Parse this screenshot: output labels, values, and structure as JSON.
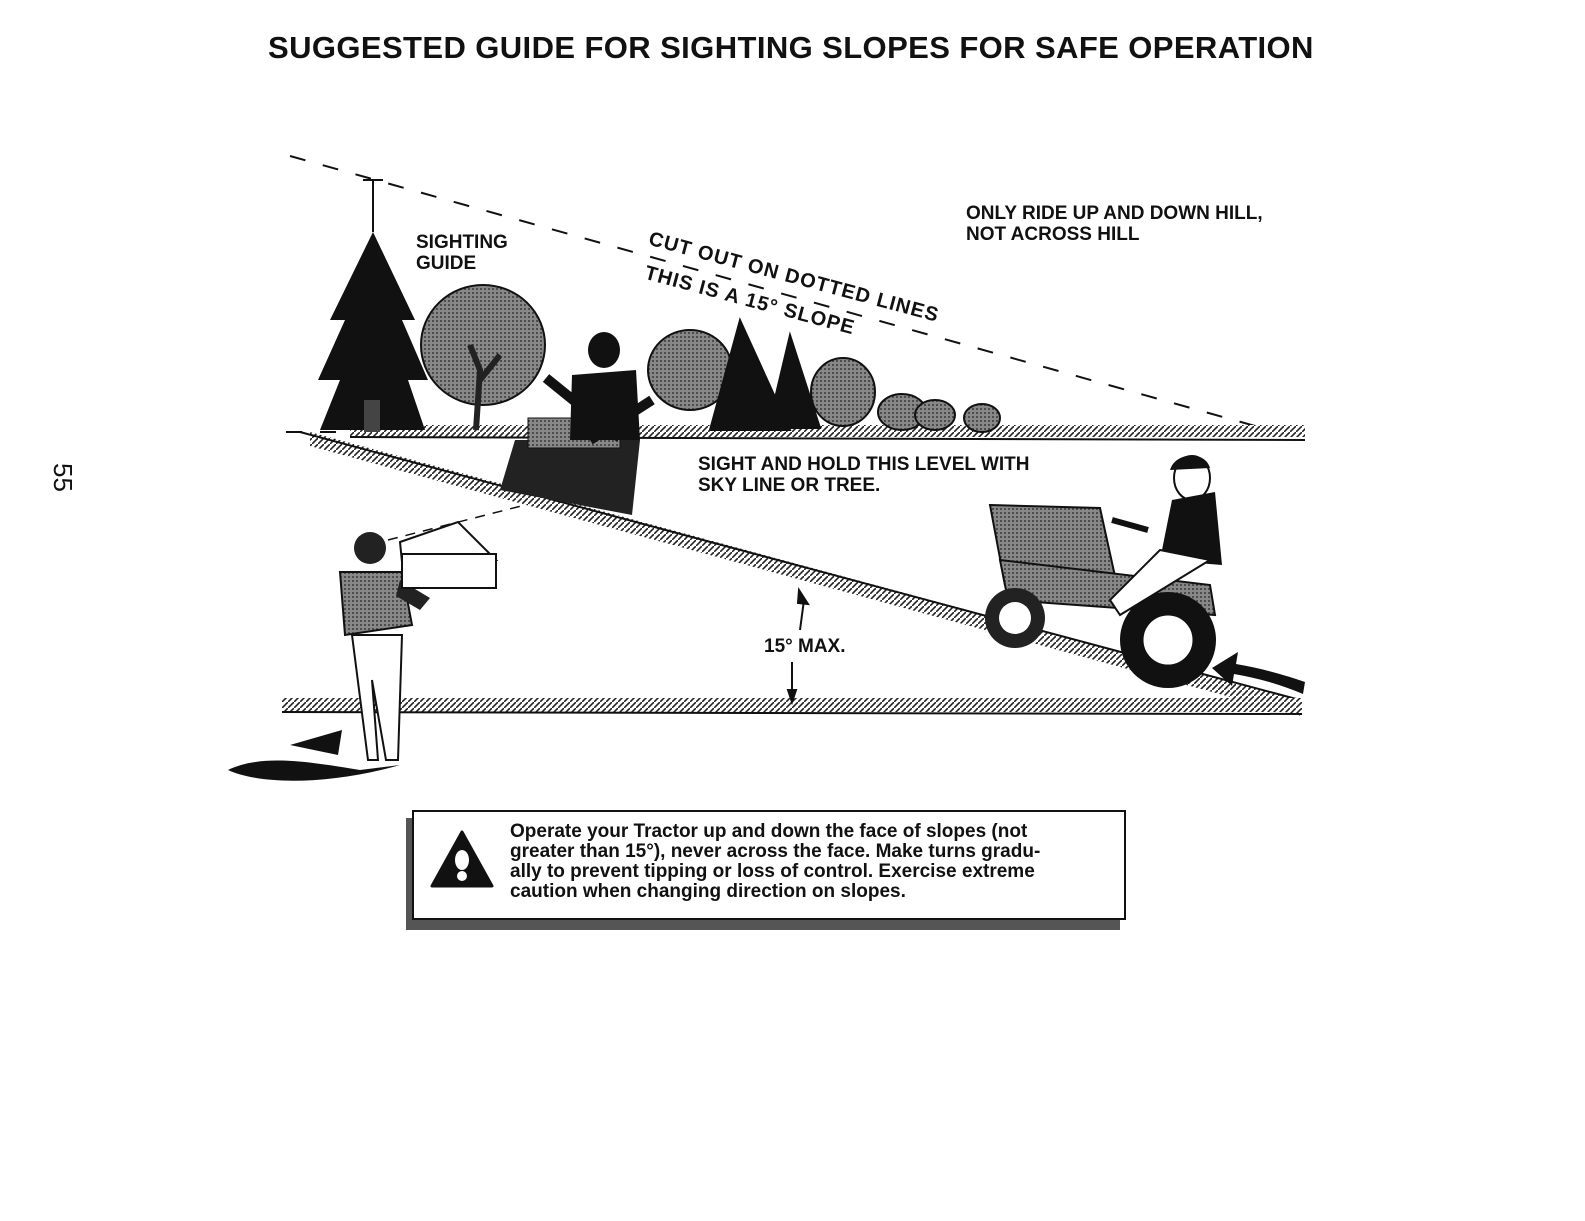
{
  "page": {
    "title": "SUGGESTED GUIDE FOR SIGHTING SLOPES FOR SAFE OPERATION",
    "page_number": "55"
  },
  "diagram": {
    "sighting_guide_label": [
      "SIGHTING",
      "GUIDE"
    ],
    "cut_out_label": "CUT OUT ON DOTTED LINES",
    "slope_label": "THIS IS A 15° SLOPE",
    "ride_instruction": [
      "ONLY RIDE UP AND DOWN HILL,",
      "NOT ACROSS HILL"
    ],
    "sight_instruction": [
      "SIGHT AND HOLD THIS LEVEL WITH",
      "SKY LINE OR TREE."
    ],
    "angle_label": "15° MAX."
  },
  "warning": {
    "icon": "warning-triangle-icon",
    "text": [
      "Operate your Tractor up and down the face of slopes (not",
      "greater than 15°), never across the face. Make turns gradu-",
      "ally to prevent tipping or loss of control. Exercise extreme",
      "caution when changing direction on slopes."
    ]
  },
  "colors": {
    "ink": "#111111",
    "paper": "#ffffff",
    "shade": "#555555"
  }
}
